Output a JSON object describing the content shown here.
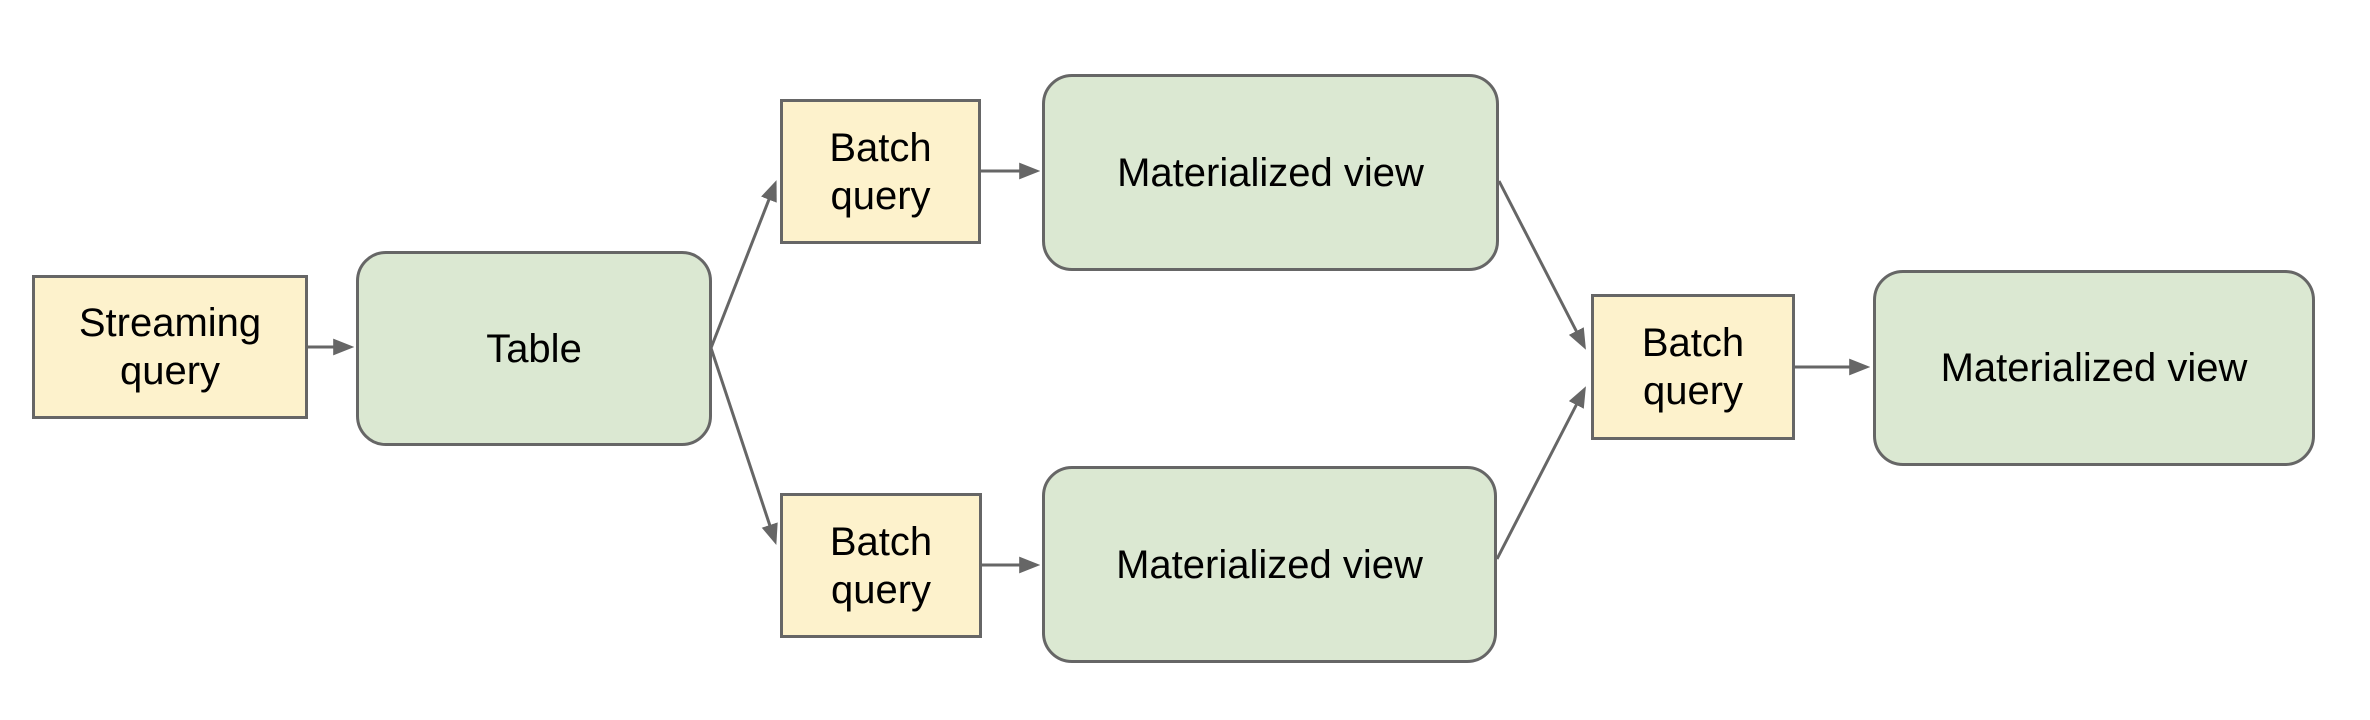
{
  "diagram": {
    "colors": {
      "query_fill": "#fdf2cc",
      "view_fill": "#dbe8d2",
      "node_border": "#666666",
      "arrow": "#666666",
      "text": "#000000",
      "background": "#ffffff"
    },
    "nodes": [
      {
        "id": "streaming-query",
        "label": "Streaming query",
        "kind": "query"
      },
      {
        "id": "table",
        "label": "Table",
        "kind": "view"
      },
      {
        "id": "batch-query-top",
        "label": "Batch query",
        "kind": "query"
      },
      {
        "id": "materialized-view-top",
        "label": "Materialized view",
        "kind": "view"
      },
      {
        "id": "batch-query-bottom",
        "label": "Batch query",
        "kind": "query"
      },
      {
        "id": "materialized-view-bottom",
        "label": "Materialized view",
        "kind": "view"
      },
      {
        "id": "batch-query-right",
        "label": "Batch query",
        "kind": "query"
      },
      {
        "id": "materialized-view-right",
        "label": "Materialized view",
        "kind": "view"
      }
    ],
    "edges": [
      {
        "from": "streaming-query",
        "to": "table"
      },
      {
        "from": "table",
        "to": "batch-query-top"
      },
      {
        "from": "table",
        "to": "batch-query-bottom"
      },
      {
        "from": "batch-query-top",
        "to": "materialized-view-top"
      },
      {
        "from": "batch-query-bottom",
        "to": "materialized-view-bottom"
      },
      {
        "from": "materialized-view-top",
        "to": "batch-query-right"
      },
      {
        "from": "materialized-view-bottom",
        "to": "batch-query-right"
      },
      {
        "from": "batch-query-right",
        "to": "materialized-view-right"
      }
    ]
  }
}
